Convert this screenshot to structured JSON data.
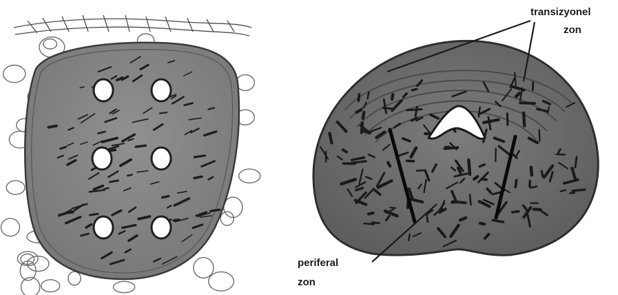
{
  "labels": {
    "transitional_line1": "transizyonel",
    "transitional_line2": "zon",
    "peripheral_line1": "periferal",
    "peripheral_line2": "zon"
  },
  "colors": {
    "background": "#ffffff",
    "gland_fill": "#8a8a8a",
    "gland_fill_dark": "#6e6e6e",
    "outline": "#3a3a3a",
    "duct": "#1e1e1e",
    "tissue_line": "#555555",
    "hole_fill": "#ffffff"
  }
}
